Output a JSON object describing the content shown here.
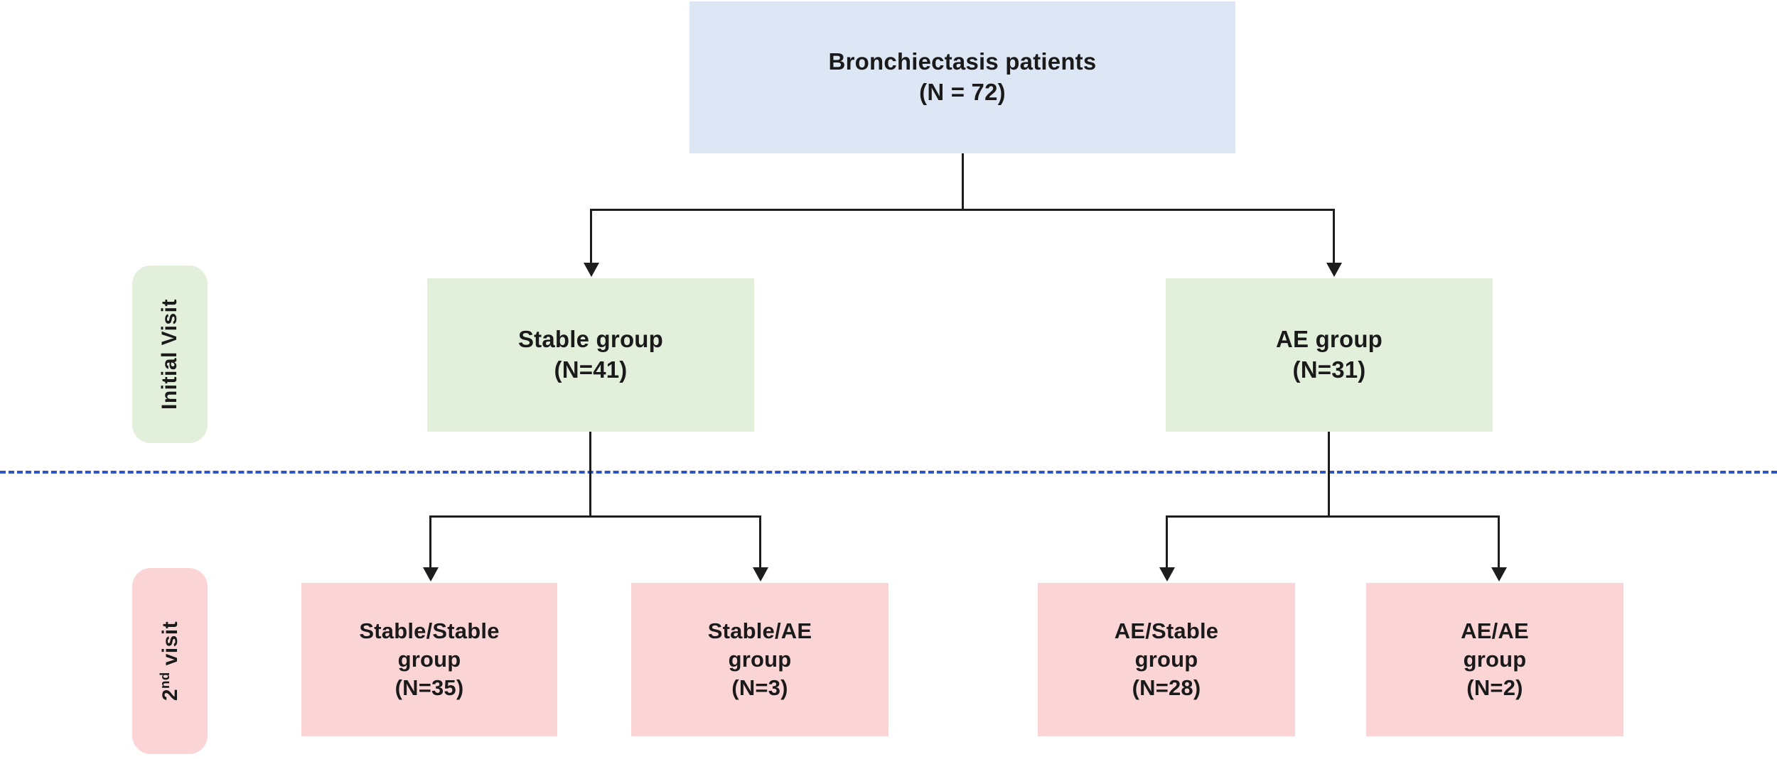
{
  "figure": {
    "type": "flowchart",
    "title": "Bronchiectasis patient enrollment and visit grouping"
  },
  "stages": [
    {
      "id": "initial-visit",
      "label": "Initial Visit",
      "color": "#e2efdb"
    },
    {
      "id": "second-visit",
      "label_main": "2",
      "label_sup": "nd",
      "label_rest": " visit",
      "color": "#fbd5d5"
    }
  ],
  "nodes": {
    "root": {
      "title": "Bronchiectasis patients",
      "count": "(N = 72)",
      "color": "#dce6f4"
    },
    "level2": [
      {
        "title": "Stable group",
        "count": "(N=41)",
        "color": "#e2efdb"
      },
      {
        "title": "AE group",
        "count": "(N=31)",
        "color": "#e2efdb"
      }
    ],
    "level3": [
      {
        "title": "Stable/Stable",
        "title2": "group",
        "count": "(N=35)",
        "color": "#fbd5d5"
      },
      {
        "title": "Stable/AE",
        "title2": "group",
        "count": "(N=3)",
        "color": "#fbd5d5"
      },
      {
        "title": "AE/Stable",
        "title2": "group",
        "count": "(N=28)",
        "color": "#fbd5d5"
      },
      {
        "title": "AE/AE",
        "title2": "group",
        "count": "(N=2)",
        "color": "#fbd5d5"
      }
    ]
  },
  "divider": {
    "style": "dashed",
    "color": "#2f55c4"
  },
  "colors": {
    "root_fill": "#dce6f4",
    "stage1_fill": "#e2efdb",
    "stage2_fill": "#fbd5d5",
    "connector": "#1d1d1d",
    "divider": "#2f55c4",
    "text": "#1a1a1a",
    "background": "#ffffff"
  }
}
